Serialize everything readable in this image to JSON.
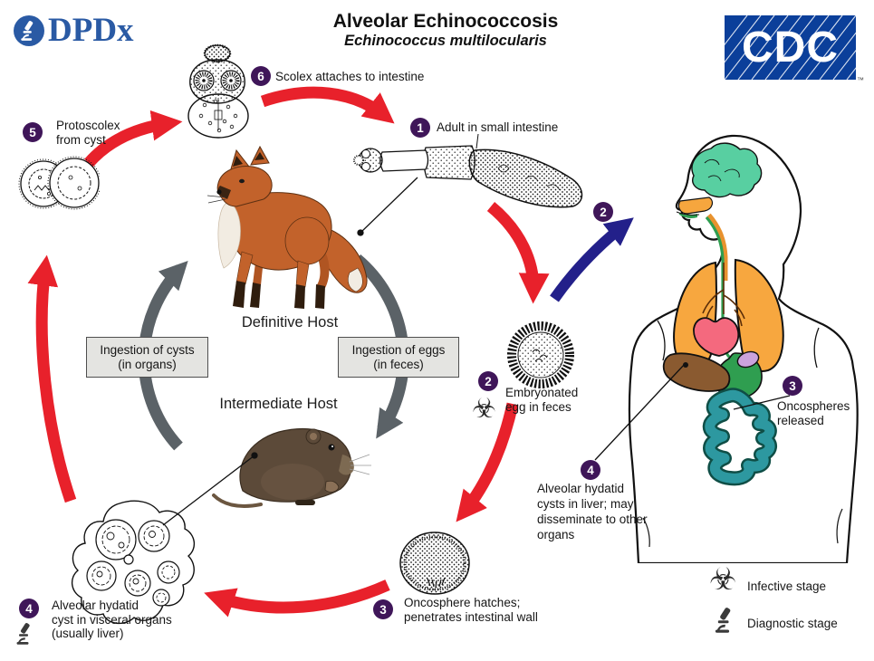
{
  "header": {
    "dpdx_text": "DPDx",
    "title": "Alveolar Echinococcosis",
    "subtitle": "Echinococcus multilocularis",
    "cdc_text": "CDC",
    "cdc_tm": "™"
  },
  "cycle": {
    "hosts": {
      "definitive": "Definitive Host",
      "intermediate": "Intermediate Host"
    },
    "boxes": {
      "cysts": {
        "line1": "Ingestion of cysts",
        "line2": "(in organs)"
      },
      "eggs": {
        "line1": "Ingestion of eggs",
        "line2": "(in feces)"
      }
    },
    "steps": {
      "s1": {
        "num": "1",
        "text": "Adult in small intestine"
      },
      "s2_egg": {
        "num": "2",
        "line1": "Embryonated",
        "line2": "egg in feces"
      },
      "s2_human": {
        "num": "2"
      },
      "s3_released": {
        "num": "3",
        "line1": "Oncospheres",
        "line2": "released"
      },
      "s4_liver": {
        "num": "4",
        "line1": "Alveolar hydatid",
        "line2": "cysts in liver; may",
        "line3": "disseminate to other",
        "line4": "organs"
      },
      "s3_hatch": {
        "num": "3",
        "line1": "Oncosphere hatches;",
        "line2": "penetrates intestinal wall"
      },
      "s4_cyst": {
        "num": "4",
        "line1": "Alveolar hydatid",
        "line2": "cyst in visceral organs",
        "line3": "(usually liver)"
      },
      "s5": {
        "num": "5",
        "line1": "Protoscolex",
        "line2": "from cyst"
      },
      "s6": {
        "num": "6",
        "text": "Scolex attaches to intestine"
      }
    }
  },
  "legend": {
    "infective": "Infective stage",
    "diagnostic": "Diagnostic stage"
  },
  "icons": {
    "biohazard": "☣"
  },
  "colors": {
    "arrow_red": "#e8212b",
    "arrow_blue": "#23208a",
    "cycle_gray": "#5b6267",
    "badge_purple": "#3f1659",
    "dpdx_blue": "#2a5aa4",
    "cdc_blue": "#0b3f9a",
    "box_fill": "#e4e4e1",
    "box_border": "#4f4f4f"
  }
}
